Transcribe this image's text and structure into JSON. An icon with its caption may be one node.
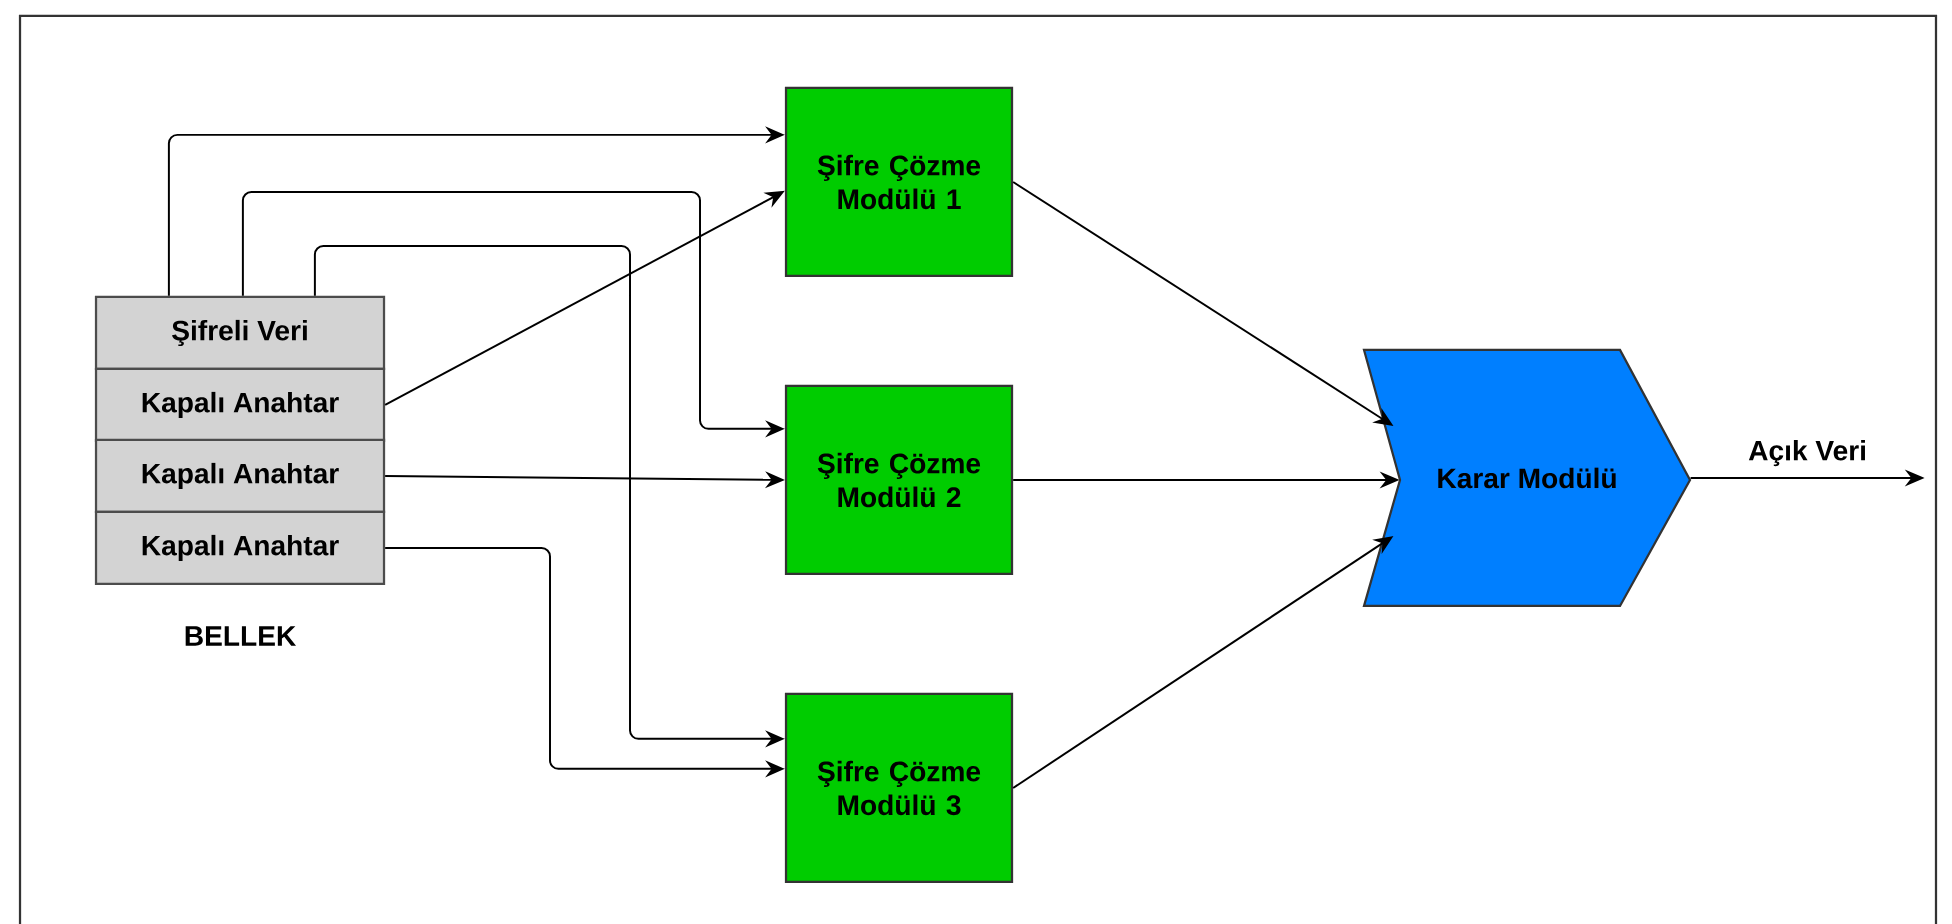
{
  "diagram": {
    "nodes": [
      {
        "text": [
          "Şifreli Veri"
        ]
      },
      {
        "text": [
          "Kapalı Anahtar"
        ]
      },
      {
        "text": [
          "Kapalı Anahtar"
        ]
      },
      {
        "text": [
          "Kapalı Anahtar"
        ]
      },
      {
        "text": [
          "Şifre Çözme Modülü 1"
        ]
      },
      {
        "text": [
          "Şifre Çözme Modülü 2"
        ]
      },
      {
        "text": [
          "Şifre Çözme Modülü 3"
        ]
      },
      {
        "text": [
          "Karar Modülü"
        ]
      }
    ],
    "edges": [
      {
        "from": 0,
        "to": 4,
        "arrow": "to"
      },
      {
        "from": 0,
        "to": 5,
        "arrow": "to"
      },
      {
        "from": 0,
        "to": 6,
        "arrow": "to"
      },
      {
        "from": 1,
        "to": 4,
        "arrow": "to"
      },
      {
        "from": 2,
        "to": 5,
        "arrow": "to"
      },
      {
        "from": 3,
        "to": 6,
        "arrow": "to"
      },
      {
        "from": 4,
        "to": 7,
        "arrow": "to"
      },
      {
        "from": 5,
        "to": 7,
        "arrow": "to"
      },
      {
        "from": 6,
        "to": 7,
        "arrow": "to"
      },
      {
        "from": 7,
        "to": null,
        "arrow": "to",
        "label": "Açık Veri"
      }
    ],
    "labels": [
      "BELLEK"
    ]
  }
}
